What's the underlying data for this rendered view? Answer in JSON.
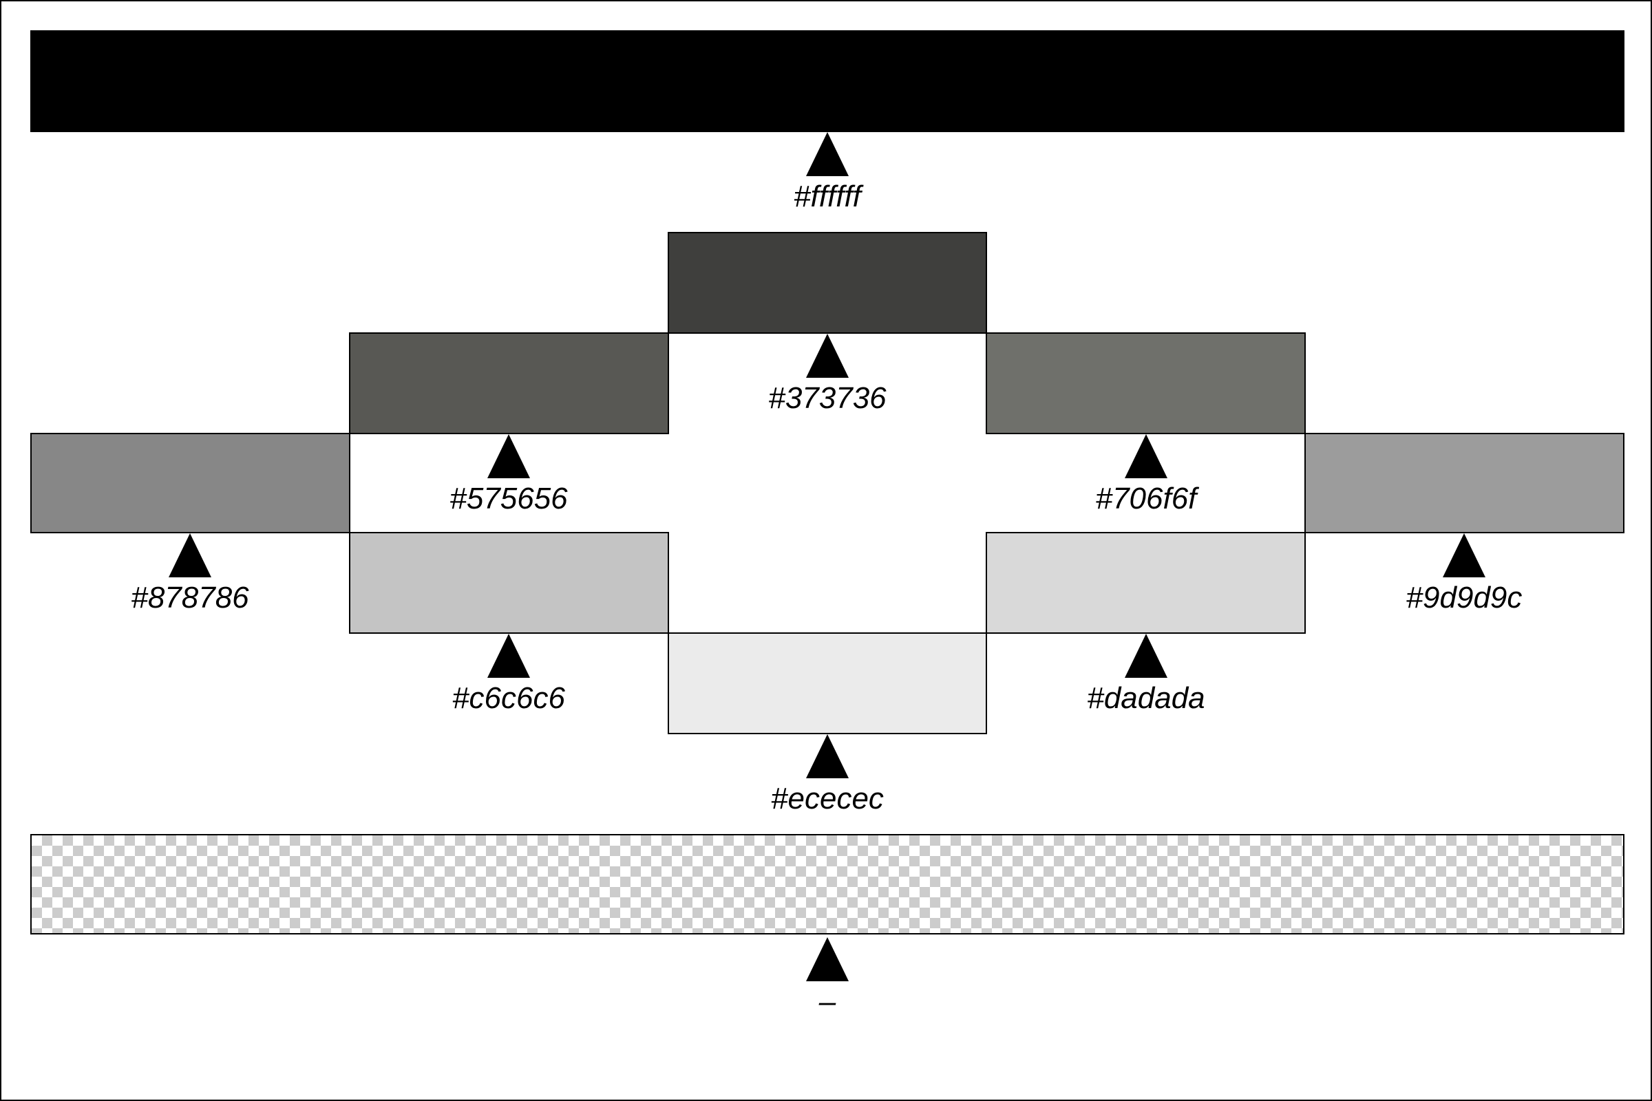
{
  "palette": {
    "top_bar": {
      "color": "#000000",
      "label": "#ffffff"
    },
    "swatches": [
      {
        "id": "373736",
        "color": "#3f3f3d",
        "label": "#373736"
      },
      {
        "id": "575656",
        "color": "#585854",
        "label": "#575656"
      },
      {
        "id": "706f6f",
        "color": "#6f706b",
        "label": "#706f6f"
      },
      {
        "id": "878786",
        "color": "#878787",
        "label": "#878786"
      },
      {
        "id": "9d9d9c",
        "color": "#9c9c9c",
        "label": "#9d9d9c"
      },
      {
        "id": "c6c6c6",
        "color": "#c4c4c4",
        "label": "#c6c6c6"
      },
      {
        "id": "dadada",
        "color": "#d9d9d9",
        "label": "#dadada"
      },
      {
        "id": "ececec",
        "color": "#ebebeb",
        "label": "#ececec"
      }
    ],
    "transparent_bar": {
      "label": "–"
    }
  }
}
